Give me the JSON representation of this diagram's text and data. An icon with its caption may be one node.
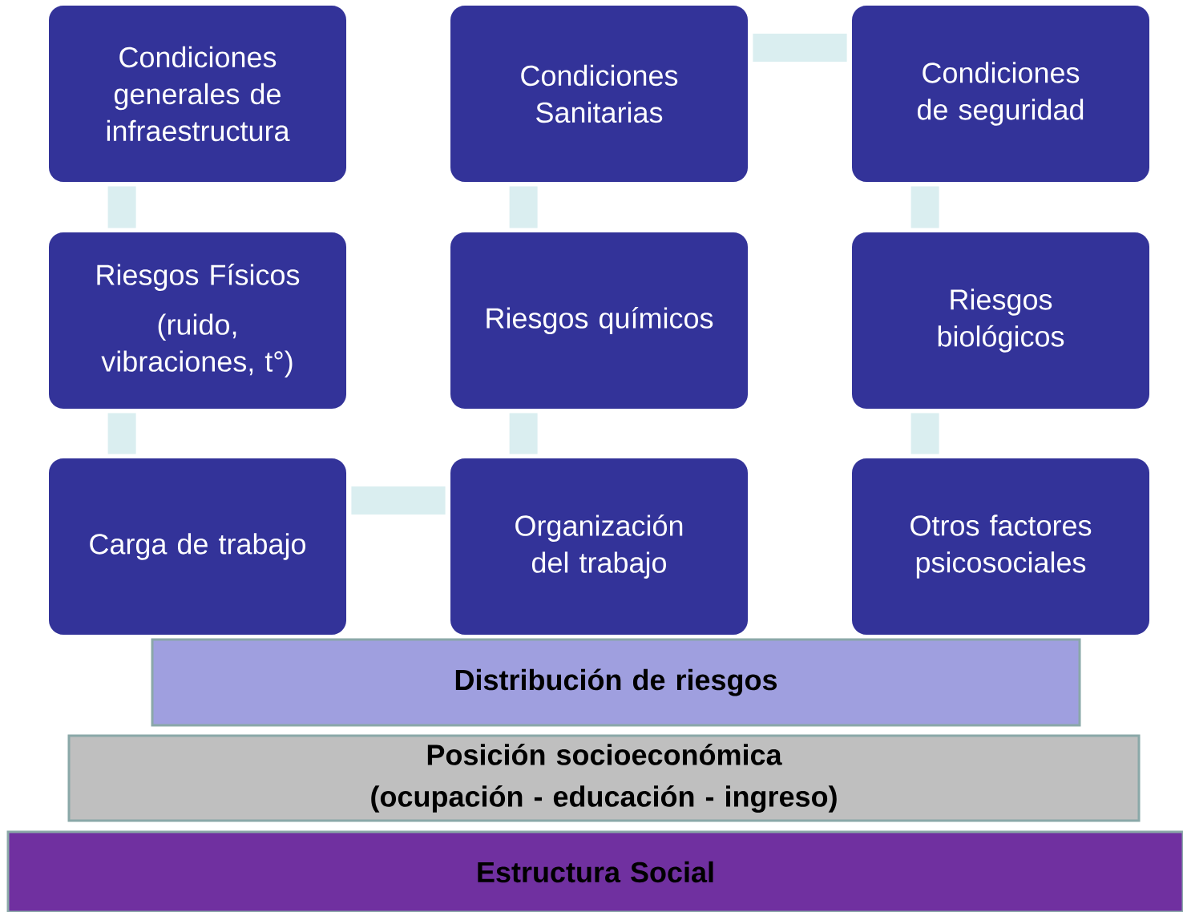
{
  "diagram": {
    "nodes": [
      {
        "text": [
          "Condiciones generales de infraestructura"
        ]
      },
      {
        "text": [
          "Condiciones Sanitarias"
        ]
      },
      {
        "text": [
          "Condiciones de seguridad"
        ]
      },
      {
        "text": [
          "Riesgos Físicos",
          "(ruido, vibraciones, t°)"
        ]
      },
      {
        "text": [
          "Riesgos químicos"
        ]
      },
      {
        "text": [
          "Riesgos biológicos"
        ]
      },
      {
        "text": [
          "Carga de trabajo"
        ]
      },
      {
        "text": [
          "Organización del trabajo"
        ]
      },
      {
        "text": [
          "Otros factores psicosociales"
        ]
      },
      {
        "text": [
          "Distribución de riesgos"
        ]
      },
      {
        "text": [
          "Posición socioeconómica",
          "(ocupación - educación - ingreso)"
        ]
      },
      {
        "text": [
          "Estructura Social"
        ]
      }
    ],
    "edges": [
      {
        "from": 0,
        "to": 3,
        "arrow": "none"
      },
      {
        "from": 3,
        "to": 6,
        "arrow": "none"
      },
      {
        "from": 6,
        "to": 7,
        "arrow": "none"
      },
      {
        "from": 7,
        "to": 4,
        "arrow": "none"
      },
      {
        "from": 4,
        "to": 1,
        "arrow": "none"
      },
      {
        "from": 1,
        "to": 2,
        "arrow": "none"
      },
      {
        "from": 2,
        "to": 5,
        "arrow": "none"
      },
      {
        "from": 5,
        "to": 8,
        "arrow": "none"
      }
    ]
  }
}
